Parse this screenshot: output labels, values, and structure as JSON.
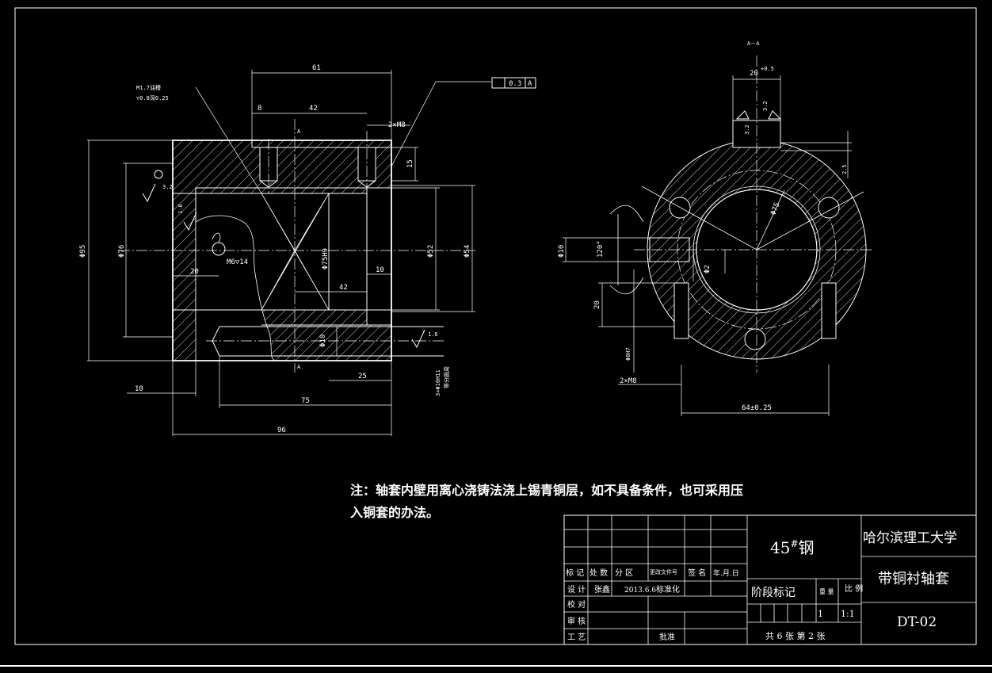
{
  "colors": {
    "background": "#000000",
    "lines": "#ffffff"
  },
  "note": {
    "line1": "注：轴套内壁用离心浇铸法浇上锡青铜层，如不具备条件，也可采用压",
    "line2": "入铜套的办法。"
  },
  "section_view": {
    "title": "A－A",
    "key_dim": "20",
    "key_tol": "+0.5",
    "dims": {
      "d95": "Φ95",
      "d76": "Φ76",
      "d52": "Φ52",
      "d54": "Φ54",
      "d75h9": "Φ75H9",
      "top61": "61",
      "top8": "8",
      "top42": "42",
      "m8": "2×M8",
      "h15": "15",
      "b20": "20",
      "b42": "42",
      "b10": "10",
      "d10": "Φ10",
      "b25": "25",
      "b75": "75",
      "b96": "96",
      "b10l": "10",
      "m6": "M6▽14",
      "holes": "3×Φ10H11",
      "holes2": "等分圆周",
      "r16a": "1.6",
      "r16b": "1.6",
      "r32": "3.2",
      "lubr": "M1.7油槽",
      "lubr2": "▽0.8深0.25",
      "tol": "0.3",
      "datum": "A",
      "sec_a_top": "A",
      "sec_a_bot": "A"
    }
  },
  "end_view": {
    "dims": {
      "d75": "Φ75",
      "d10": "Φ10",
      "a120": "120°",
      "d2": "Φ2",
      "h20": "20",
      "d8h7": "Φ8H7",
      "m8": "2×M8",
      "w64": "64±0.25",
      "r32": "3.2",
      "h25": "2.5",
      "r32b": "3.2"
    }
  },
  "title_block": {
    "material": "45",
    "material_sup": "#",
    "material_suffix": "钢",
    "school": "哈尔滨理工大学",
    "part_name": "带铜衬轴套",
    "drawing_no": "DT-02",
    "rows": {
      "biaoji": "标 记",
      "chushu": "处 数",
      "fenqu": "分 区",
      "gengai": "更改文件号",
      "qianming": "签 名",
      "nianyueri": "年.月.日",
      "sheji": "设 计",
      "designer": "张鑫",
      "date": "2013.6.6",
      "biaozhunhua": "标准化",
      "jiaodui": "校 对",
      "shenhe": "审 核",
      "gongyi": "工 艺",
      "pizhun": "批准"
    },
    "stage_mark": "阶段标记",
    "weight_label": "重 量",
    "scale_label": "比 例",
    "qty": "1",
    "scale": "1:1",
    "sheets": "共 6 张  第 2 张"
  }
}
